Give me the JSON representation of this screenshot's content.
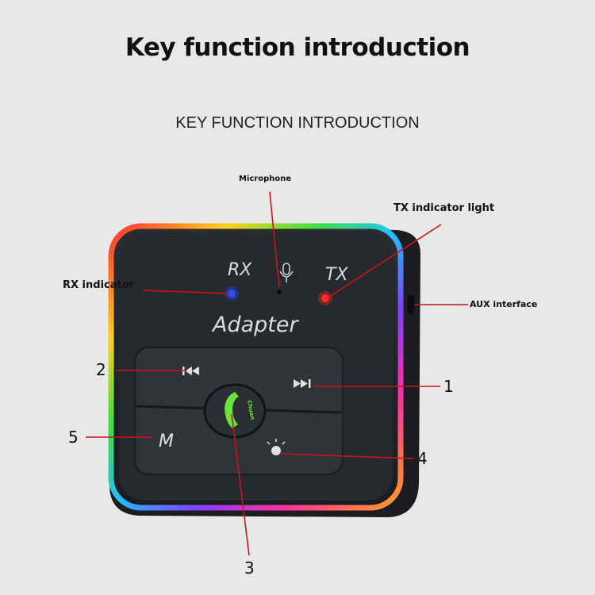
{
  "title": "Key function introduction",
  "subtitle": "KEY FUNCTION INTRODUCTION",
  "device": {
    "rx_label": "RX",
    "tx_label": "TX",
    "brand": "Adapter",
    "mode_key": "M",
    "call_key_text": "Chuan",
    "icons": [
      "microphone-icon",
      "previous-track-icon",
      "next-track-icon",
      "phone-icon",
      "light-bulb-icon"
    ],
    "colors": {
      "rx_led": "#2a4dff",
      "tx_led": "#ff2a2a",
      "call_icon": "#6be43a",
      "leader_line": "#c8141a"
    }
  },
  "callouts": {
    "microphone": "Microphone",
    "tx": "TX indicator light",
    "rx": "RX indicator",
    "aux": "AUX interface",
    "n1": "1",
    "n2": "2",
    "n3": "3",
    "n4": "4",
    "n5": "5"
  }
}
